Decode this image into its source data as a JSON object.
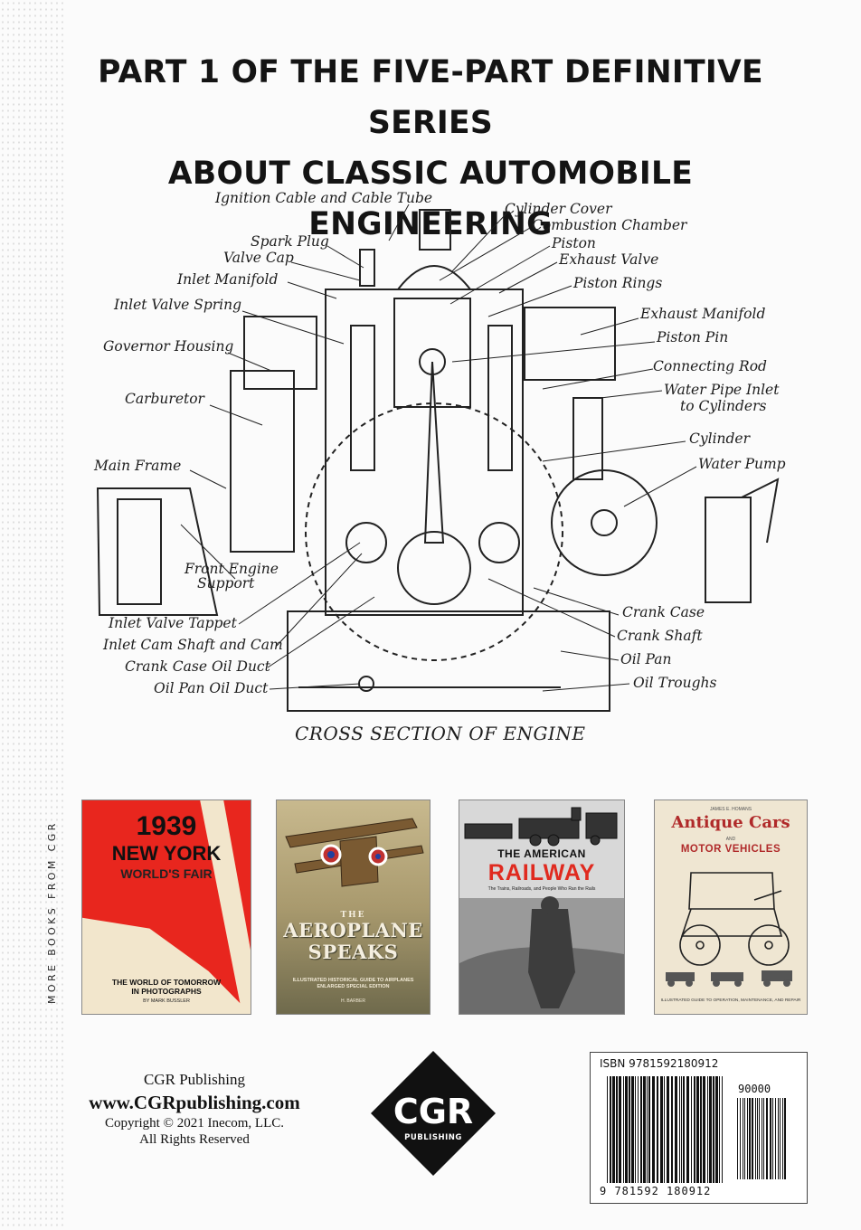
{
  "heading": {
    "line1": "PART 1 OF THE FIVE-PART DEFINITIVE SERIES",
    "line2": "ABOUT CLASSIC AUTOMOBILE ENGINEERING"
  },
  "diagram": {
    "caption": "CROSS SECTION OF ENGINE",
    "labels_left": [
      "Ignition Cable and Cable Tube",
      "Spark Plug",
      "Valve Cap",
      "Inlet Manifold",
      "Inlet Valve Spring",
      "Governor Housing",
      "Carburetor",
      "Main Frame",
      "Front Engine",
      "Support",
      "Inlet Valve Tappet",
      "Inlet Cam Shaft and Cam",
      "Crank Case Oil Duct",
      "Oil Pan Oil Duct"
    ],
    "labels_right": [
      "Cylinder Cover",
      "Combustion Chamber",
      "Piston",
      "Exhaust Valve",
      "Piston Rings",
      "Exhaust Manifold",
      "Piston Pin",
      "Connecting Rod",
      "Water Pipe Inlet",
      "to Cylinders",
      "Cylinder",
      "Water Pump",
      "Crank Case",
      "Crank Shaft",
      "Oil Pan",
      "Oil Troughs"
    ]
  },
  "more_books_label": "MORE BOOKS FROM CGR",
  "books": [
    {
      "year": "1939",
      "city": "NEW YORK",
      "fair": "WORLD'S FAIR",
      "subtitle_1": "THE WORLD OF TOMORROW",
      "subtitle_2": "IN PHOTOGRAPHS",
      "author": "BY MARK BUSSLER"
    },
    {
      "the": "THE",
      "title_1": "AEROPLANE",
      "title_2": "SPEAKS",
      "subtitle_1": "ILLUSTRATED HISTORICAL GUIDE TO AIRPLANES",
      "subtitle_2": "ENLARGED SPECIAL EDITION",
      "author": "H. BARBER"
    },
    {
      "title_1": "THE AMERICAN",
      "title_2": "RAILWAY",
      "subtitle": "The Trains, Railroads, and People Who Ran the Rails"
    },
    {
      "author": "JAMES E. HOMANS",
      "title": "Antique Cars",
      "and": "AND",
      "title_2": "MOTOR VEHICLES",
      "subtitle": "ILLUSTRATED GUIDE TO OPERATION, MAINTENANCE, AND REPAIR"
    }
  ],
  "publisher": {
    "name": "CGR Publishing",
    "website": "www.CGRpublishing.com",
    "copyright": "Copyright © 2021 Inecom, LLC.",
    "rights": "All Rights Reserved"
  },
  "logo": {
    "text": "CGR",
    "subtext": "PUBLISHING"
  },
  "barcode": {
    "isbn_label": "ISBN 9781592180912",
    "price_code": "90000",
    "digits": "9 781592 180912"
  }
}
